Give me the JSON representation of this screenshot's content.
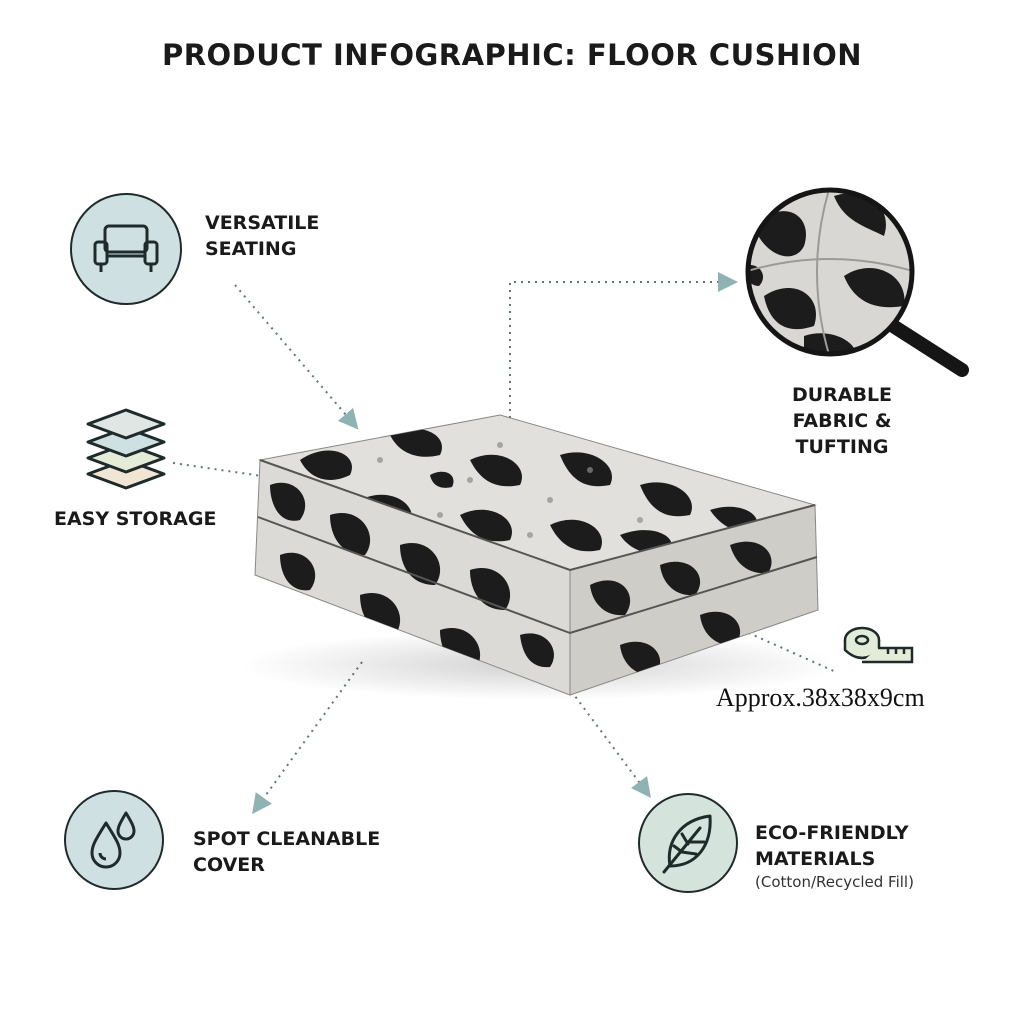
{
  "title": "PRODUCT INFOGRAPHIC: FLOOR CUSHION",
  "features": {
    "versatile_seating": {
      "line1": "VERSATILE",
      "line2": "SEATING",
      "icon": "armchair-icon"
    },
    "easy_storage": {
      "line1": "EASY STORAGE",
      "icon": "stacked-layers-icon"
    },
    "durable_fabric": {
      "line1": "DURABLE",
      "line2": "FABRIC &",
      "line3": "TUFTING",
      "icon": "magnifier-icon"
    },
    "dimensions": {
      "text": "Approx.38x38x9cm",
      "icon": "measuring-tape-icon"
    },
    "spot_cleanable": {
      "line1": "SPOT CLEANABLE",
      "line2": "COVER",
      "icon": "water-drops-icon"
    },
    "eco_friendly": {
      "line1": "ECO-FRIENDLY",
      "line2": "MATERIALS",
      "line3": "(Cotton/Recycled Fill)",
      "icon": "leaf-icon"
    }
  },
  "colors": {
    "circle_fill": "#cfe0e2",
    "eco_circle_fill": "#d4e3dc",
    "dotted_line": "#5f7676",
    "arrow_tip": "#8fb3b2",
    "pattern_dark": "#1c1c1c",
    "pattern_light": "#d9d7d3"
  }
}
